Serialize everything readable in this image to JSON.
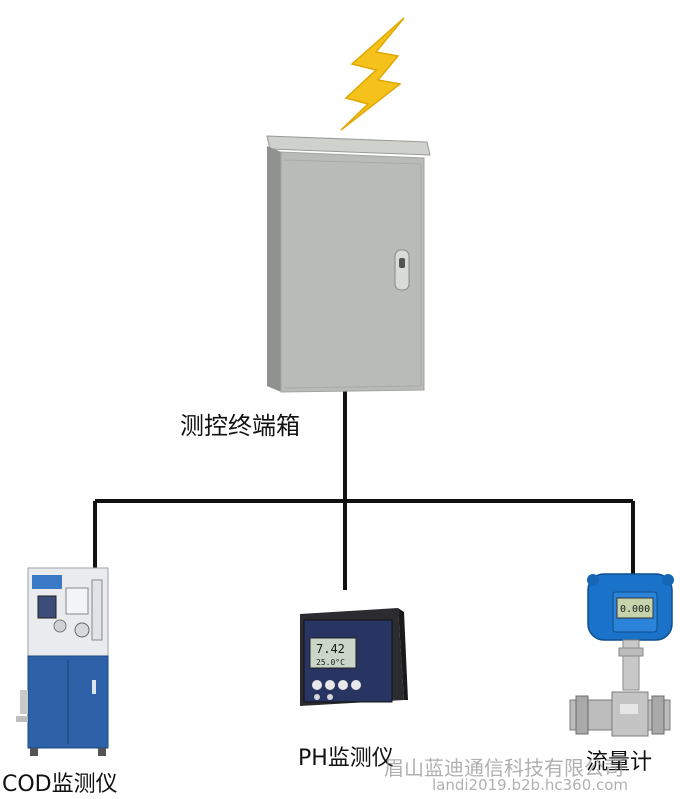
{
  "nodes": {
    "terminal_box": {
      "label": "测控终端箱"
    },
    "cod_monitor": {
      "label": "COD监测仪"
    },
    "ph_monitor": {
      "label": "PH监测仪",
      "display_value": "7.42",
      "display_temp": "25.0°C"
    },
    "flow_meter": {
      "label": "流量计",
      "display_value": "0.000"
    }
  },
  "watermark": {
    "company": "眉山蓝迪通信科技有限公司",
    "url": "landi2019.b2b.hc360.com"
  },
  "colors": {
    "line": "#111111",
    "cabinet": "#b9bbb8",
    "lightning": "#f4c21a",
    "cod_blue": "#2d62a8",
    "flow_blue": "#1a73c9"
  }
}
